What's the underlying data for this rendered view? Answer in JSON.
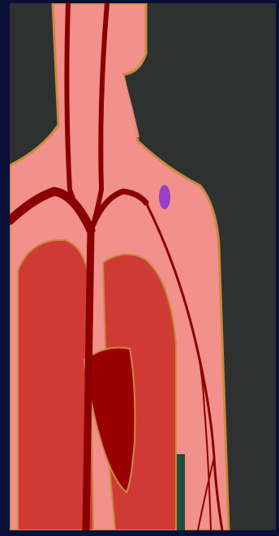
{
  "diagram": {
    "subject": "upper-body-vascular-anatomy",
    "colors": {
      "frame": "#0a0f3a",
      "background": "#2f3030",
      "skin": "#f2908b",
      "skin_edge": "#c98a3e",
      "lung": "#cf3b34",
      "lung_edge": "#c98a3e",
      "heart": "#9b0000",
      "heart_edge": "#c98a3e",
      "vessel": "#8a0000",
      "marker": "#9a3fc7",
      "accent_green": "#1f4f37"
    },
    "parts": {
      "neck": "neck",
      "torso": "torso",
      "left_lung": "left-lung",
      "right_lung": "right-lung",
      "heart": "heart",
      "marker": "puncture-site-marker"
    }
  }
}
